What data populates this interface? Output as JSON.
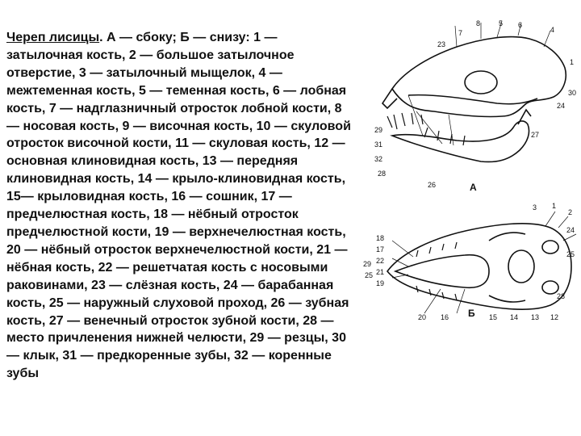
{
  "caption": {
    "title": "Череп лисицы",
    "text": ". А — сбоку; Б — снизу: 1 — затылочная кость, 2 — большое затылочное отверстие, 3 — затылочный мыщелок, 4 — межтеменная кость, 5 — теменная кость, 6 — лобная кость, 7 — надглазничный отросток лобной кости, 8 — носовая кость, 9 — височная кость, 10 — скуловой отросток височной кости, 11 — скуловая кость, 12 — основная клиновидная кость, 13 — передняя клиновидная кость, 14 — крыло-клиновидная кость, 15— крыловидная кость, 16 — сошник, 17 — предчелюстная кость, 18 — нёбный отросток предчелюстной кости, 19 — верхнечелюстная кость, 20 — нёбный отросток верхнечелюстной кости, 21 — нёбная  кость, 22 — решетчатая кость с носовыми раковинами, 23 — слёзная кость, 24 — барабанная кость, 25 — наружный слуховой проход, 26 — зубная кость, 27 — венечный отросток зубной кости, 28 — место причленения нижней челюсти, 29 — резцы, 30 — клык, 31 — предкоренные зубы, 32 — коренные зубы"
  },
  "figure": {
    "view_a": "А",
    "view_b": "Б",
    "side_labels": [
      "23",
      "7",
      "8",
      "5",
      "6",
      "4",
      "1",
      "30",
      "24",
      "27",
      "29",
      "31",
      "32",
      "28",
      "26"
    ],
    "bottom_labels": [
      "18",
      "17",
      "22",
      "21",
      "19",
      "20",
      "16",
      "15",
      "14",
      "13",
      "12",
      "3",
      "1",
      "2",
      "24",
      "25",
      "29",
      "28",
      "25"
    ]
  }
}
